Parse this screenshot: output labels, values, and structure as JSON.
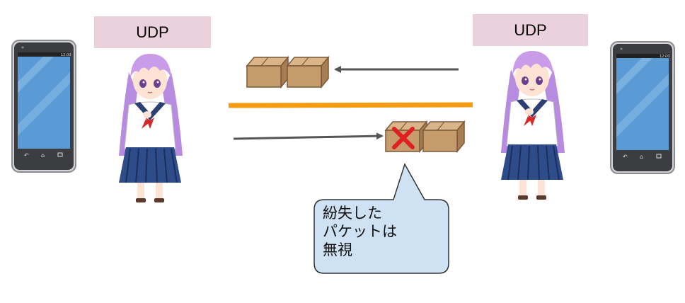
{
  "left": {
    "label": "UDP",
    "phone_status": "📶 ▮ 12:00"
  },
  "right": {
    "label": "UDP",
    "phone_status": "📶 ▮ 12:00"
  },
  "callout": {
    "lines": [
      "紛失した",
      "パケットは",
      "無視"
    ]
  },
  "colors": {
    "label_bg": "#ead1dc",
    "network_line": "#f39c12",
    "arrow": "#555555",
    "box": "#c69c6d",
    "lost_mark": "#e02020",
    "callout_bg": "#cfe2f3",
    "phone_screen": "#5b9bd5"
  },
  "packets": {
    "top_row": 2,
    "bottom_row": 2,
    "lost_index": 0
  }
}
